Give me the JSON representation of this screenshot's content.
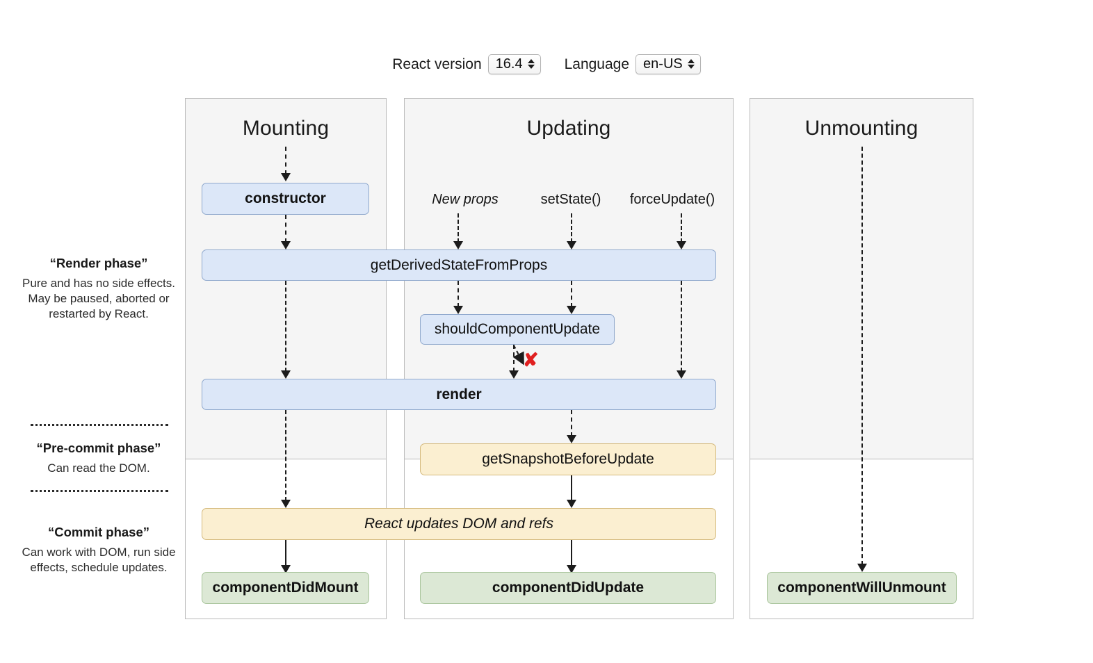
{
  "toolbar": {
    "version_label": "React version",
    "version_value": "16.4",
    "language_label": "Language",
    "language_value": "en-US"
  },
  "phases": [
    {
      "title": "“Render phase”",
      "description": "Pure and has no side effects. May be paused, aborted or restarted by React."
    },
    {
      "title": "“Pre-commit phase”",
      "description": "Can read the DOM."
    },
    {
      "title": "“Commit phase”",
      "description": "Can work with DOM, run side effects, schedule updates."
    }
  ],
  "columns": [
    {
      "title": "Mounting"
    },
    {
      "title": "Updating"
    },
    {
      "title": "Unmounting"
    }
  ],
  "triggers": [
    {
      "label": "New props"
    },
    {
      "label": "setState()"
    },
    {
      "label": "forceUpdate()"
    }
  ],
  "nodes": {
    "constructor": "constructor",
    "get_derived_state_from_props": "getDerivedStateFromProps",
    "should_component_update": "shouldComponentUpdate",
    "render": "render",
    "get_snapshot_before_update": "getSnapshotBeforeUpdate",
    "react_updates_dom": "React updates DOM and refs",
    "component_did_mount": "componentDidMount",
    "component_did_update": "componentDidUpdate",
    "component_will_unmount": "componentWillUnmount"
  },
  "markers": {
    "abort_x": "✘"
  },
  "colors": {
    "blue_fill": "#dce7f8",
    "blue_border": "#8fa8cc",
    "yellow_fill": "#fbefd1",
    "yellow_border": "#d4b97c",
    "green_fill": "#dce8d5",
    "green_border": "#a8c49b",
    "phase_fill": "#f5f5f5",
    "abort_red": "#e02020"
  }
}
